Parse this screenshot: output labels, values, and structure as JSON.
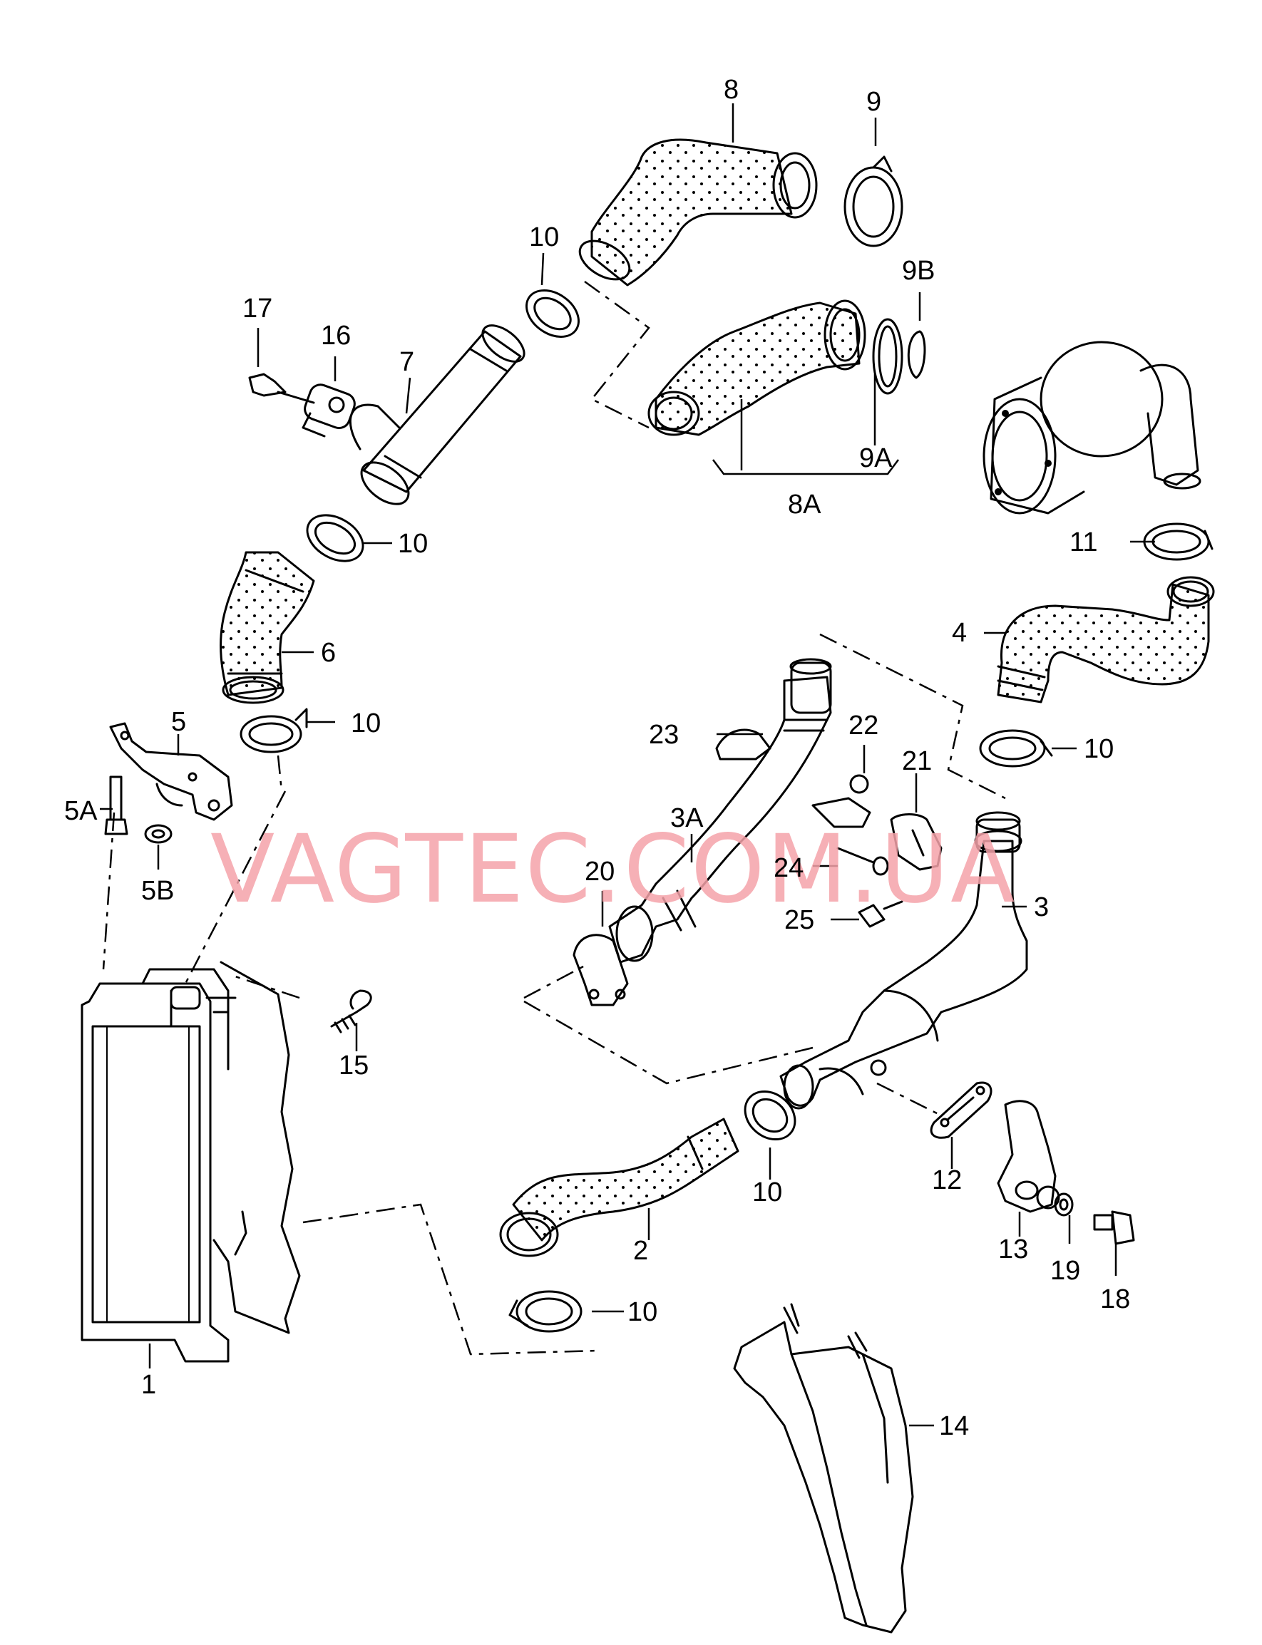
{
  "watermark": "VAGTEC.COM.UA",
  "callouts": {
    "c1": "1",
    "c2": "2",
    "c3": "3",
    "c3A": "3A",
    "c4": "4",
    "c5": "5",
    "c5A": "5A",
    "c5B": "5B",
    "c6": "6",
    "c7": "7",
    "c8": "8",
    "c8A": "8A",
    "c9": "9",
    "c9A": "9A",
    "c9B": "9B",
    "c10a": "10",
    "c10b": "10",
    "c10c": "10",
    "c10d": "10",
    "c10e": "10",
    "c10f": "10",
    "c11": "11",
    "c12": "12",
    "c13": "13",
    "c14": "14",
    "c15": "15",
    "c16": "16",
    "c17": "17",
    "c18": "18",
    "c19": "19",
    "c20": "20",
    "c21": "21",
    "c22": "22",
    "c23": "23",
    "c24": "24",
    "c25": "25"
  }
}
